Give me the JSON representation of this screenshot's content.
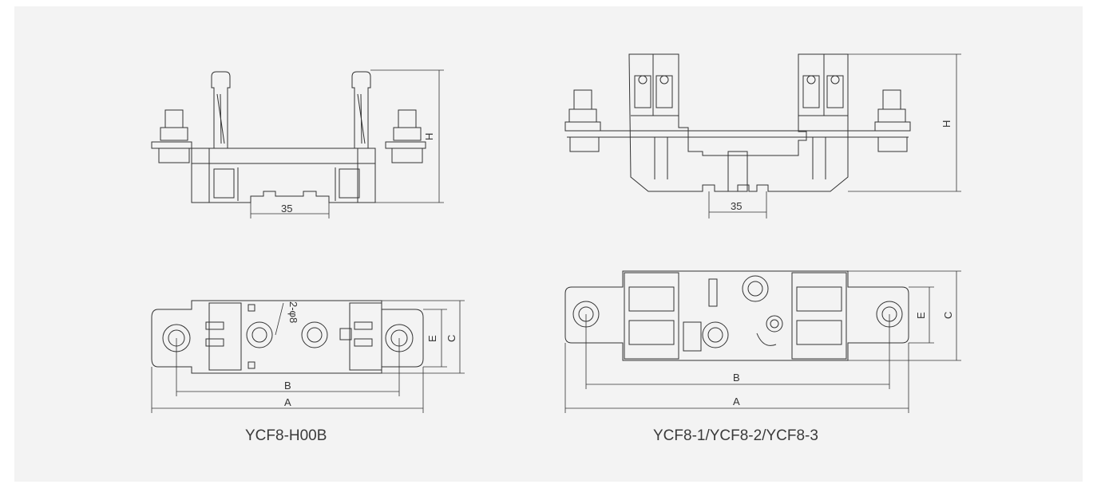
{
  "captions": {
    "left_model": "YCF8-H00B",
    "right_model": "YCF8-1/YCF8-2/YCF8-3"
  },
  "dimensions": {
    "height": "H",
    "width_overall": "A",
    "hole_spacing": "B",
    "depth": "C",
    "inner_depth": "E",
    "rail_width": "35",
    "mount_holes": "2-φ8"
  },
  "colors": {
    "background": "#f3f3f3",
    "line": "#333333"
  }
}
